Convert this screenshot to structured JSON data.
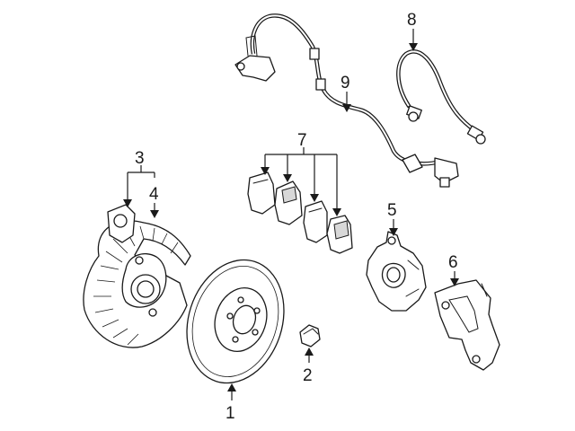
{
  "callouts": [
    "1",
    "2",
    "3",
    "4",
    "5",
    "6",
    "7",
    "8",
    "9"
  ],
  "colors": {
    "line": "#1a1a1a",
    "background": "#ffffff"
  }
}
